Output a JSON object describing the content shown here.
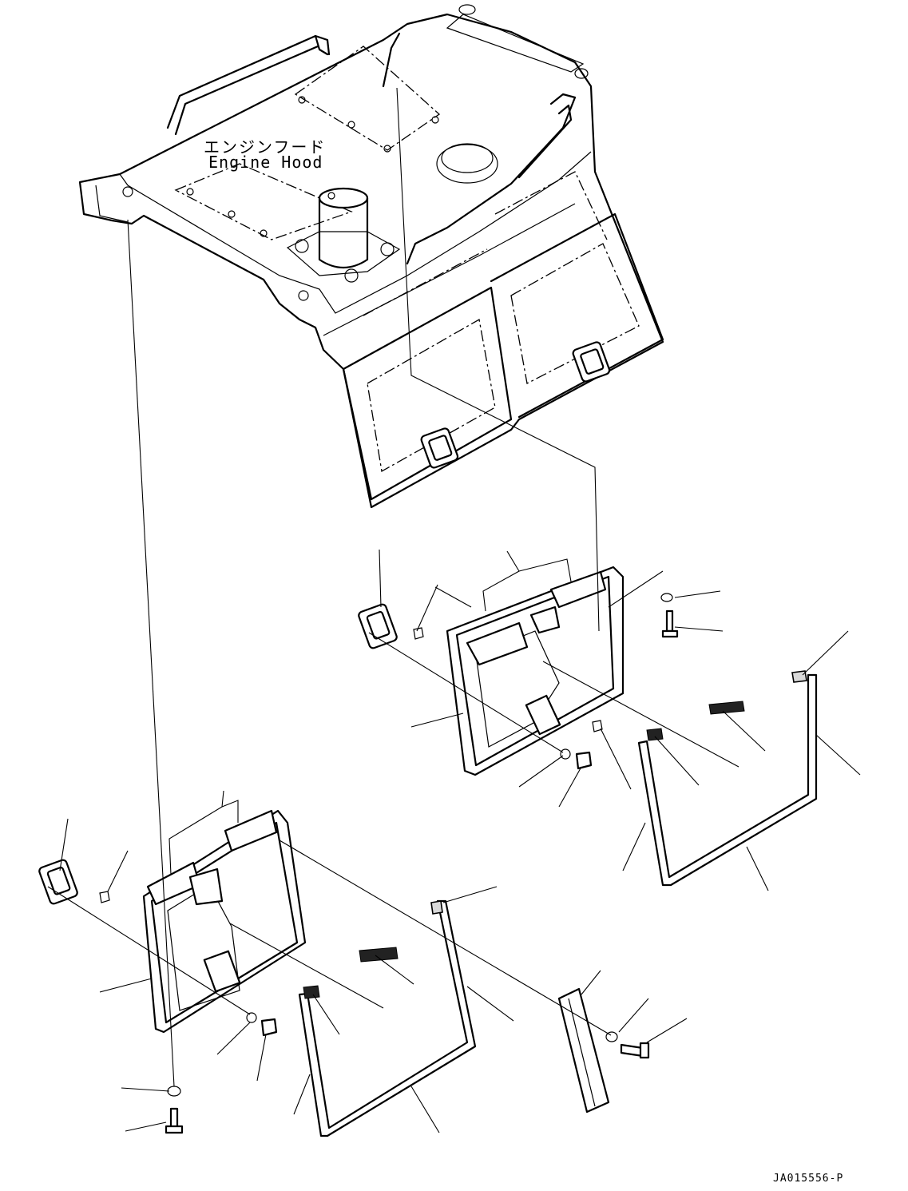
{
  "labels": {
    "engine_hood_jp": "エンジンフード",
    "engine_hood_en": "Engine Hood",
    "drawing_number": "JA015556-P"
  },
  "colors": {
    "line": "#000000",
    "background": "#ffffff"
  }
}
